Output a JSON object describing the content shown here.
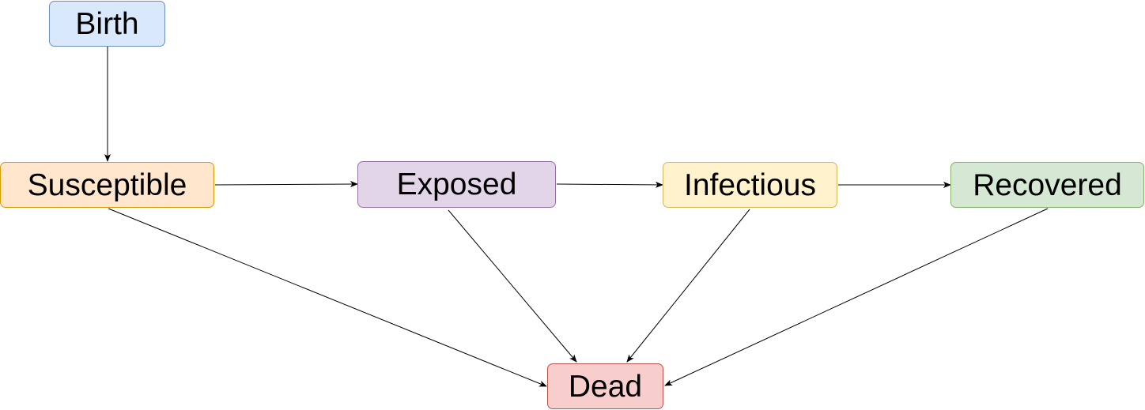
{
  "nodes": {
    "birth": {
      "label": "Birth",
      "fill": "#dae8fc",
      "stroke": "#6c8ebf"
    },
    "susceptible": {
      "label": "Susceptible",
      "fill": "#ffe6cc",
      "stroke": "#d79b00"
    },
    "exposed": {
      "label": "Exposed",
      "fill": "#e1d5e7",
      "stroke": "#9673a6"
    },
    "infectious": {
      "label": "Infectious",
      "fill": "#fff2cc",
      "stroke": "#d6b656"
    },
    "recovered": {
      "label": "Recovered",
      "fill": "#d5e8d4",
      "stroke": "#82b366"
    },
    "dead": {
      "label": "Dead",
      "fill": "#f8cecc",
      "stroke": "#b85450"
    }
  },
  "edges": [
    {
      "from": "birth",
      "to": "susceptible"
    },
    {
      "from": "susceptible",
      "to": "exposed"
    },
    {
      "from": "exposed",
      "to": "infectious"
    },
    {
      "from": "infectious",
      "to": "recovered"
    },
    {
      "from": "susceptible",
      "to": "dead"
    },
    {
      "from": "exposed",
      "to": "dead"
    },
    {
      "from": "infectious",
      "to": "dead"
    },
    {
      "from": "recovered",
      "to": "dead"
    }
  ]
}
